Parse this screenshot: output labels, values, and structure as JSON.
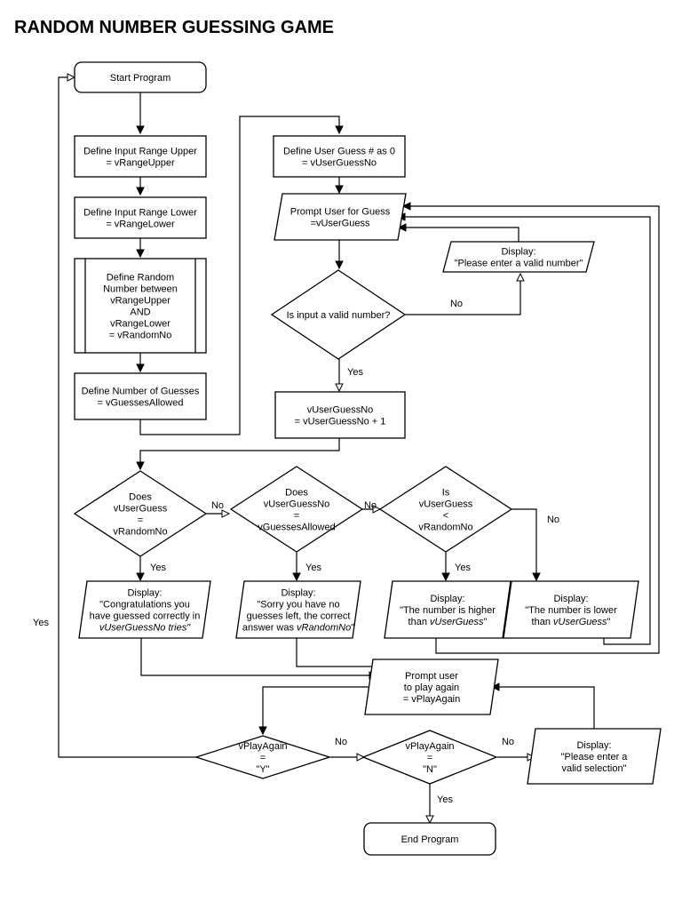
{
  "title": "RANDOM NUMBER GUESSING GAME",
  "nodes": [
    {
      "id": "start",
      "shape": "terminal",
      "lines": [
        "Start Program"
      ]
    },
    {
      "id": "range-upper",
      "shape": "process",
      "lines": [
        "Define Input Range Upper",
        "= vRangeUpper"
      ]
    },
    {
      "id": "range-lower",
      "shape": "process",
      "lines": [
        "Define Input Range Lower",
        "= vRangeLower"
      ]
    },
    {
      "id": "random",
      "shape": "predefined",
      "lines": [
        "Define Random",
        "Number between",
        "vRangeUpper",
        "AND",
        "vRangeLower",
        "= vRandomNo"
      ]
    },
    {
      "id": "guesses",
      "shape": "process",
      "lines": [
        "Define Number of Guesses",
        "= vGuessesAllowed"
      ]
    },
    {
      "id": "user-guess-no",
      "shape": "process",
      "lines": [
        "Define User Guess # as 0",
        "= vUserGuessNo"
      ]
    },
    {
      "id": "prompt-guess",
      "shape": "io",
      "lines": [
        "Prompt User for Guess",
        "=vUserGuess"
      ]
    },
    {
      "id": "invalid-msg",
      "shape": "io",
      "lines": [
        "Display:",
        "\"Please enter a valid number\""
      ]
    },
    {
      "id": "valid-check",
      "shape": "decision",
      "lines": [
        "Is input a valid number?"
      ]
    },
    {
      "id": "increment",
      "shape": "process",
      "lines": [
        "vUserGuessNo",
        "= vUserGuessNo + 1"
      ]
    },
    {
      "id": "dec-correct",
      "shape": "decision",
      "lines": [
        "Does",
        "vUserGuess",
        "=",
        "vRandomNo"
      ]
    },
    {
      "id": "dec-allowed",
      "shape": "decision",
      "lines": [
        "Does",
        "vUserGuessNo",
        "=",
        "vGuessesAllowed"
      ]
    },
    {
      "id": "dec-less",
      "shape": "decision",
      "lines": [
        "Is",
        "vUserGuess",
        "<",
        "vRandomNo"
      ]
    },
    {
      "id": "msg-correct",
      "shape": "io",
      "lines": [
        "Display:",
        "\"Congratulations you",
        "have guessed correctly in",
        "vUserGuessNo| tries\""
      ]
    },
    {
      "id": "msg-nomore",
      "shape": "io",
      "lines": [
        "Display:",
        "\"Sorry you have no",
        "guesses left, the correct",
        "answer was |vRandomNo|\""
      ]
    },
    {
      "id": "msg-higher",
      "shape": "io",
      "lines": [
        "Display:",
        "\"The number is higher",
        "than |vUserGuess|\""
      ]
    },
    {
      "id": "msg-lower",
      "shape": "io",
      "lines": [
        "Display:",
        "\"The number is lower",
        "than |vUserGuess|\""
      ]
    },
    {
      "id": "prompt-again",
      "shape": "io",
      "lines": [
        "Prompt user",
        "to play again",
        "= vPlayAgain"
      ]
    },
    {
      "id": "dec-y",
      "shape": "decision",
      "lines": [
        "vPlayAgain",
        "=",
        "\"Y\""
      ]
    },
    {
      "id": "dec-n",
      "shape": "decision",
      "lines": [
        "vPlayAgain",
        "=",
        "\"N\""
      ]
    },
    {
      "id": "msg-selection",
      "shape": "io",
      "lines": [
        "Display:",
        "\"Please enter a",
        "valid selection\""
      ]
    },
    {
      "id": "end",
      "shape": "terminal",
      "lines": [
        "End Program"
      ]
    }
  ],
  "edge_labels": {
    "valid-no": "No",
    "valid-yes": "Yes",
    "correct-no": "No",
    "correct-yes": "Yes",
    "allowed-no": "No",
    "allowed-yes": "Yes",
    "less-yes": "Yes",
    "less-no": "No",
    "y-yes": "Yes",
    "y-no": "No",
    "n-no": "No",
    "n-yes": "Yes"
  }
}
